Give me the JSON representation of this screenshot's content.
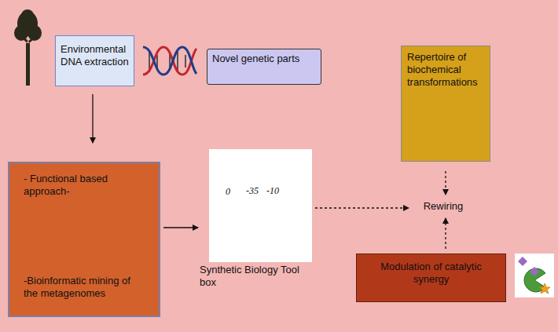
{
  "diagram": {
    "nodes": [
      {
        "text": [
          "Environmental DNA extraction"
        ]
      },
      {
        "text": [
          "Novel genetic parts"
        ]
      },
      {
        "text": [
          "Repertoire of biochemical transformations"
        ]
      },
      {
        "text": [
          "- Functional based approach-",
          "-Bioinformatic mining of the metagenomes"
        ]
      },
      {
        "text": [
          "Synthetic Biology Tool box"
        ]
      },
      {
        "text": [
          "Rewiring"
        ]
      },
      {
        "text": [
          "Modulation of catalytic synergy"
        ]
      }
    ],
    "edges": [
      {
        "from": 0,
        "to": 3,
        "arrow": "to"
      },
      {
        "from": 3,
        "to": 4,
        "arrow": "to"
      },
      {
        "from": 4,
        "to": 5,
        "arrow": "to"
      },
      {
        "from": 2,
        "to": 5,
        "arrow": "to"
      },
      {
        "from": 6,
        "to": 5,
        "arrow": "to"
      }
    ],
    "labels": [
      "0",
      "-35",
      "-10"
    ]
  }
}
